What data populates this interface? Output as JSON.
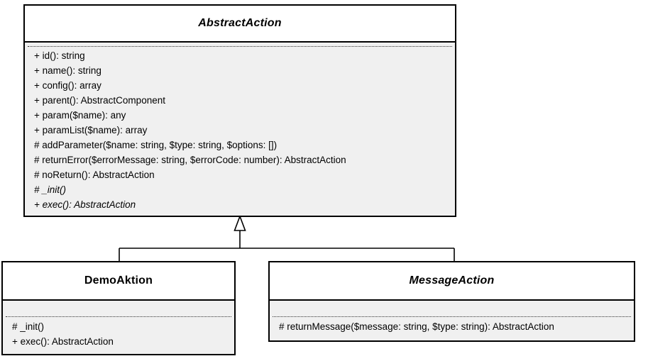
{
  "diagram": {
    "type": "uml-class-diagram",
    "classes": [
      {
        "key": "abstract-action",
        "name": "AbstractAction",
        "stereotype": "abstract",
        "attributes": [],
        "operations": [
          {
            "text": "+ id(): string",
            "abstract": false
          },
          {
            "text": "+ name(): string",
            "abstract": false
          },
          {
            "text": "+ config(): array",
            "abstract": false
          },
          {
            "text": "+ parent(): AbstractComponent",
            "abstract": false
          },
          {
            "text": "+ param($name): any",
            "abstract": false
          },
          {
            "text": "+ paramList($name): array",
            "abstract": false
          },
          {
            "text": "# addParameter($name: string, $type: string, $options: [])",
            "abstract": false
          },
          {
            "text": "# returnError($errorMessage: string, $errorCode: number): AbstractAction",
            "abstract": false
          },
          {
            "text": "# noReturn(): AbstractAction",
            "abstract": false
          },
          {
            "text": "# _init()",
            "abstract": true
          },
          {
            "text": "+ exec(): AbstractAction",
            "abstract": true
          }
        ]
      },
      {
        "key": "demo-aktion",
        "name": "DemoAktion",
        "stereotype": "concrete",
        "attributes": [],
        "operations": [
          {
            "text": "# _init()",
            "abstract": false
          },
          {
            "text": "+ exec(): AbstractAction",
            "abstract": false
          }
        ]
      },
      {
        "key": "message-action",
        "name": "MessageAction",
        "stereotype": "abstract",
        "attributes": [],
        "operations": [
          {
            "text": "# returnMessage($message: string, $type: string): AbstractAction",
            "abstract": false
          }
        ]
      }
    ],
    "relationships": [
      {
        "type": "generalization",
        "from": "demo-aktion",
        "to": "abstract-action",
        "arrowhead": "hollow-triangle"
      },
      {
        "type": "generalization",
        "from": "message-action",
        "to": "abstract-action",
        "arrowhead": "hollow-triangle"
      }
    ],
    "colors": {
      "border": "#000000",
      "header_fill": "#ffffff",
      "body_fill": "#f0f0f0",
      "text": "#000000",
      "connector": "#000000",
      "background": "#ffffff"
    }
  }
}
